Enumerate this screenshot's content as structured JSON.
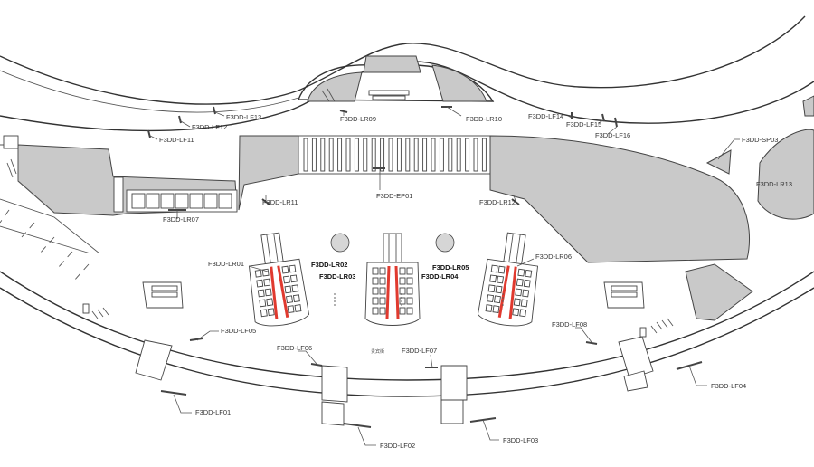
{
  "map": {
    "labels": {
      "lf01": "F3DD-LF01",
      "lf02": "F3DD-LF02",
      "lf03": "F3DD-LF03",
      "lf04": "F3DD-LF04",
      "lf05": "F3DD-LF05",
      "lf06": "F3DD-LF06",
      "lf07": "F3DD-LF07",
      "lf08": "F3DD-LF08",
      "lf11": "F3DD-LF11",
      "lf12": "F3DD-LF12",
      "lf13": "F3DD-LF13",
      "lf14": "F3DD-LF14",
      "lf15": "F3DD-LF15",
      "lf16": "F3DD-LF16",
      "lr01": "F3DD-LR01",
      "lr02": "F3DD-LR02",
      "lr03": "F3DD-LR03",
      "lr04": "F3DD-LR04",
      "lr05": "F3DD-LR05",
      "lr06": "F3DD-LR06",
      "lr07": "F3DD-LR07",
      "lr09": "F3DD-LR09",
      "lr10": "F3DD-LR10",
      "lr11": "F3DD-LR11",
      "lr12": "F3DD-LR12",
      "lr13": "F3DD-LR13",
      "ep01": "F3DD-EP01",
      "sp03": "F3DD-SP03",
      "small_mark": "贵宾街"
    },
    "colors": {
      "zone_fill": "#c9c9c9",
      "highlight": "#e03a2f",
      "line": "#333333"
    }
  }
}
